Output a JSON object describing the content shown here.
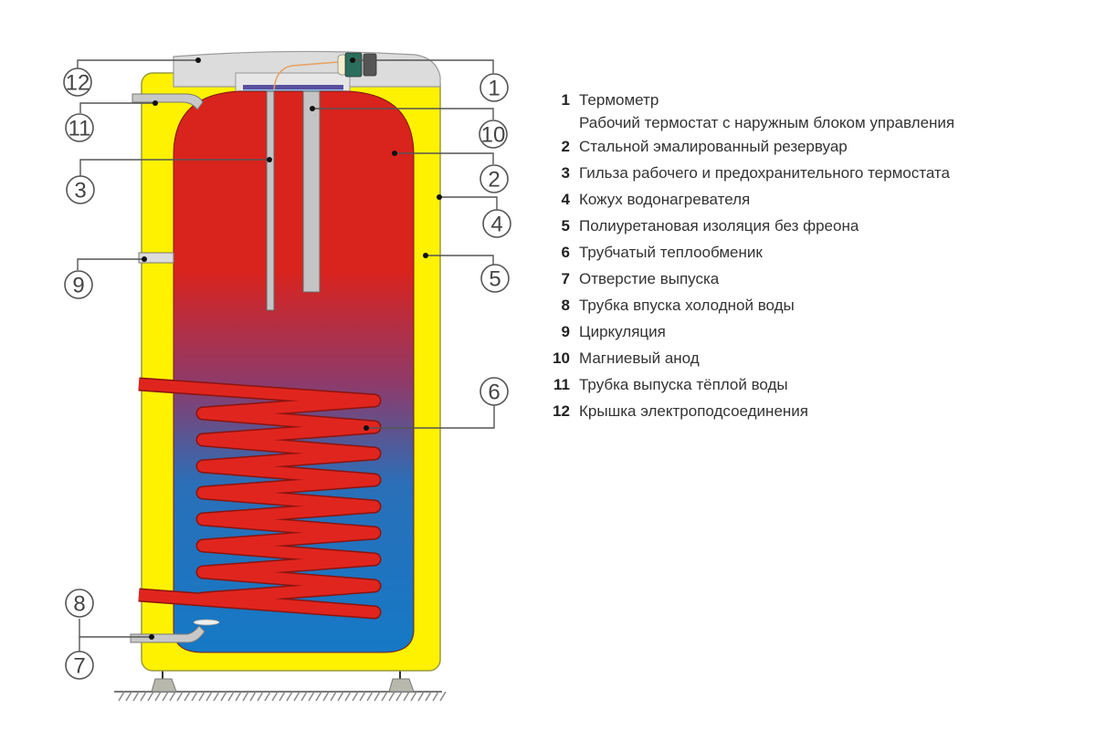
{
  "diagram": {
    "subject": "Indirect water heater cross-section",
    "colors": {
      "casing": "#fff200",
      "tank_hot": "#d9231d",
      "tank_cold": "#1579c6",
      "coil": "#e0251e",
      "cover": "#d9d9d9",
      "pipe": "#c8c8c8",
      "outline": "#8a8a3a"
    },
    "callouts": [
      {
        "id": "1",
        "label": "1"
      },
      {
        "id": "2",
        "label": "2"
      },
      {
        "id": "3",
        "label": "3"
      },
      {
        "id": "4",
        "label": "4"
      },
      {
        "id": "5",
        "label": "5"
      },
      {
        "id": "6",
        "label": "6"
      },
      {
        "id": "7",
        "label": "7"
      },
      {
        "id": "8",
        "label": "8"
      },
      {
        "id": "9",
        "label": "9"
      },
      {
        "id": "10",
        "label": "10"
      },
      {
        "id": "11",
        "label": "11"
      },
      {
        "id": "12",
        "label": "12"
      }
    ]
  },
  "legend": {
    "items": [
      {
        "num": "1",
        "text": "Термометр",
        "sub": "Рабочий термостат с наружным блоком управления"
      },
      {
        "num": "2",
        "text": "Стальной эмалированный резервуар"
      },
      {
        "num": "3",
        "text": "Гильза рабочего и предохранительного термостата"
      },
      {
        "num": "4",
        "text": "Кожух водонагревателя"
      },
      {
        "num": "5",
        "text": "Полиуретановая изоляция без фреона"
      },
      {
        "num": "6",
        "text": "Трубчатый теплообменик"
      },
      {
        "num": "7",
        "text": "Отверстие выпуска"
      },
      {
        "num": "8",
        "text": "Трубка впуска холодной воды"
      },
      {
        "num": "9",
        "text": "Циркуляция"
      },
      {
        "num": "10",
        "text": "Магниевый анод"
      },
      {
        "num": "11",
        "text": "Трубка выпуска тёплой воды"
      },
      {
        "num": "12",
        "text": "Крышка электроподсоединения"
      }
    ]
  }
}
